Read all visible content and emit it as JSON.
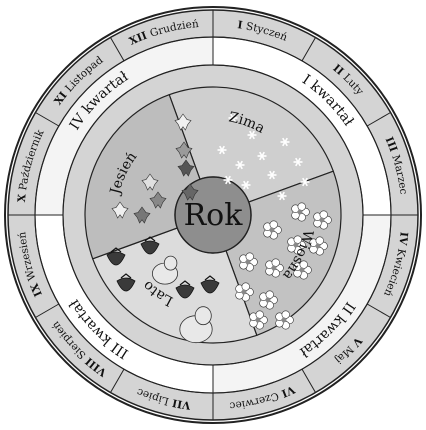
{
  "center_label": "Rok",
  "months": [
    {
      "roman": "I",
      "name": "Styczeń"
    },
    {
      "roman": "II",
      "name": "Luty"
    },
    {
      "roman": "III",
      "name": "Marzec"
    },
    {
      "roman": "IV",
      "name": "Kwiecień"
    },
    {
      "roman": "V",
      "name": "Maj"
    },
    {
      "roman": "VI",
      "name": "Czerwiec"
    },
    {
      "roman": "VII",
      "name": "Lipiec"
    },
    {
      "roman": "VIII",
      "name": "Sierpień"
    },
    {
      "roman": "IX",
      "name": "Wrzesień"
    },
    {
      "roman": "X",
      "name": "Październik"
    },
    {
      "roman": "XI",
      "name": "Listopad"
    },
    {
      "roman": "XII",
      "name": "Grudzień"
    }
  ],
  "quarters": [
    "I kwartał",
    "II kwartał",
    "III kwartał",
    "IV kwartał"
  ],
  "seasons": [
    "Zima",
    "Wiosna",
    "Lato",
    "Jesień"
  ],
  "colors": {
    "month_ring": "#d4d4d4",
    "quarter_ring_light": "#f4f4f4",
    "quarter_ring_white": "#ffffff",
    "season_winter": "#cfcfcf",
    "season_spring": "#c2c2c2",
    "season_summer": "#dcdcdc",
    "season_autumn": "#bdbdbd",
    "center": "#8e8e8e",
    "stroke": "#222222"
  }
}
